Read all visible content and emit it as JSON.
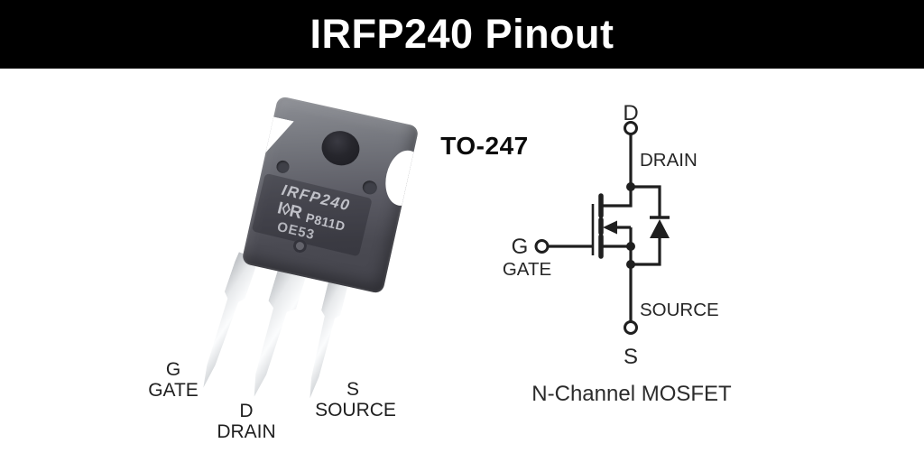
{
  "header": {
    "title": "IRFP240 Pinout",
    "bg": "#000000",
    "fg": "#ffffff"
  },
  "photo": {
    "package_type": "TO-247",
    "markings": {
      "part_number": "IRFP240",
      "logo": "I◊R",
      "lot_code": "P811D",
      "date_code": "OE53"
    },
    "pin_labels": [
      {
        "symbol": "G",
        "name": "GATE"
      },
      {
        "symbol": "D",
        "name": "DRAIN"
      },
      {
        "symbol": "S",
        "name": "SOURCE"
      }
    ]
  },
  "schematic": {
    "caption": "N-Channel MOSFET",
    "drain_symbol": "D",
    "drain_name": "DRAIN",
    "gate_symbol": "G",
    "gate_name": "GATE",
    "source_symbol": "S",
    "source_name": "SOURCE"
  },
  "colors": {
    "header_bg": "#000000",
    "header_fg": "#ffffff",
    "schematic_line": "#1f1f1f",
    "package_body": "#54545c",
    "pin_metal": "#e9ebec"
  }
}
